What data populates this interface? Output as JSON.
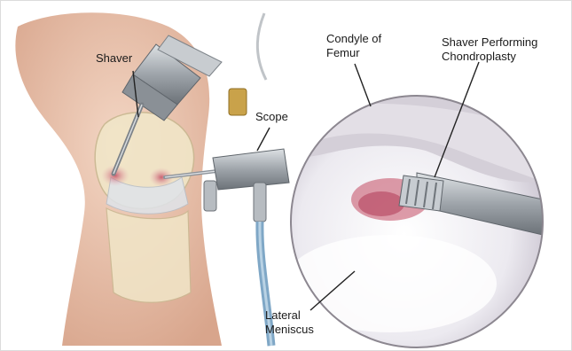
{
  "labels": {
    "shaver": "Shaver",
    "scope": "Scope",
    "condyle": "Condyle of\nFemur",
    "shaver_performing": "Shaver Performing\nChondroplasty",
    "meniscus": "Lateral\nMeniscus"
  },
  "colors": {
    "skin": "#e9c3ad",
    "bone": "#f1e6c8",
    "cartilage": "#f6f3f6",
    "instrument": "#a9aeb3",
    "inflamed": "#c24a62",
    "tube": "#7fa7c6"
  },
  "icons": [
    "knee-illustration",
    "arthroscopic-view",
    "shaver-instrument",
    "scope-instrument"
  ]
}
